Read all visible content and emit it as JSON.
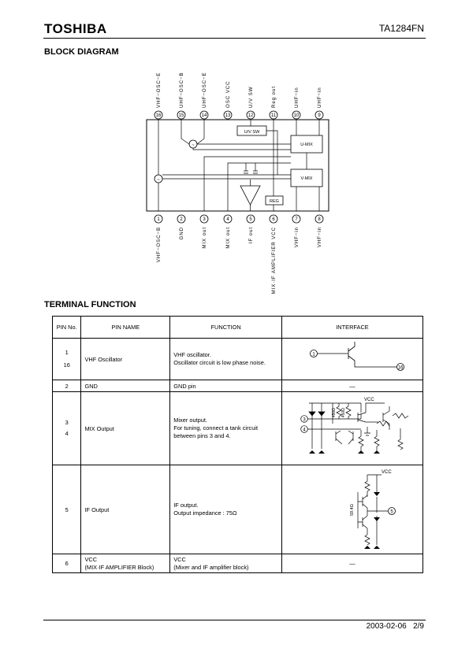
{
  "header": {
    "logo": "TOSHIBA",
    "part_number": "TA1284FN"
  },
  "sections": {
    "block_diagram": "BLOCK DIAGRAM",
    "terminal_function": "TERMINAL FUNCTION"
  },
  "block_diagram": {
    "top_pins": [
      {
        "num": "16",
        "label": "VHF−OSC−E"
      },
      {
        "num": "15",
        "label": "UHF−OSC−B"
      },
      {
        "num": "14",
        "label": "UHF−OSC−E"
      },
      {
        "num": "13",
        "label": "OSC VCC"
      },
      {
        "num": "12",
        "label": "U/V SW"
      },
      {
        "num": "11",
        "label": "Reg out"
      },
      {
        "num": "10",
        "label": "UHF−in"
      },
      {
        "num": "9",
        "label": "UHF−in"
      }
    ],
    "bottom_pins": [
      {
        "num": "1",
        "label": "VHF−OSC−B"
      },
      {
        "num": "2",
        "label": "GND"
      },
      {
        "num": "3",
        "label": "MIX out"
      },
      {
        "num": "4",
        "label": "MIX out"
      },
      {
        "num": "5",
        "label": "IF out"
      },
      {
        "num": "6",
        "label": "MIX·IF AMPLIFIER VCC"
      },
      {
        "num": "7",
        "label": "VHF−in"
      },
      {
        "num": "8",
        "label": "VHF−in"
      }
    ],
    "blocks": {
      "uv_sw": "U/V SW",
      "umix": "U-MIX",
      "vmix": "V-MIX",
      "reg": "REG"
    }
  },
  "table": {
    "headers": {
      "pin": "PIN No.",
      "name": "PIN NAME",
      "function": "FUNCTION",
      "interface": "INTERFACE"
    },
    "rows": [
      {
        "pins": [
          "1",
          "16"
        ],
        "name": "VHF Oscillator",
        "function": [
          "VHF oscillator.",
          "Oscillator circuit is low phase noise."
        ],
        "interface": ""
      },
      {
        "pins": [
          "2"
        ],
        "name": "GND",
        "function": [
          "GND pin"
        ],
        "interface": "—"
      },
      {
        "pins": [
          "3",
          "4"
        ],
        "name": "MIX Output",
        "function": [
          "Mixer output.",
          "For tuning, connect a tank circuit",
          "between pins 3 and 4."
        ],
        "interface": ""
      },
      {
        "pins": [
          "5"
        ],
        "name": "IF Output",
        "function": [
          "IF output.",
          "Output impedance : 75Ω"
        ],
        "interface": ""
      },
      {
        "pins": [
          "6"
        ],
        "name": [
          "VCC",
          "(MIX·IF AMPLIFIER Block)"
        ],
        "function": [
          "VCC",
          "(Mixer and IF amplifier block)"
        ],
        "interface": "—"
      }
    ],
    "interface_labels": {
      "row1_pin_a": "1",
      "row1_pin_b": "16",
      "row3_pin_a": "3",
      "row3_pin_b": "4",
      "row3_vcc": "VCC",
      "row3_r1": "450Ω",
      "row3_r2": "450Ω",
      "row4_pin": "5",
      "row4_vcc": "VCC",
      "row4_r": "59.4Ω"
    }
  },
  "footer": {
    "date": "2003-02-06",
    "page": "2/9"
  }
}
